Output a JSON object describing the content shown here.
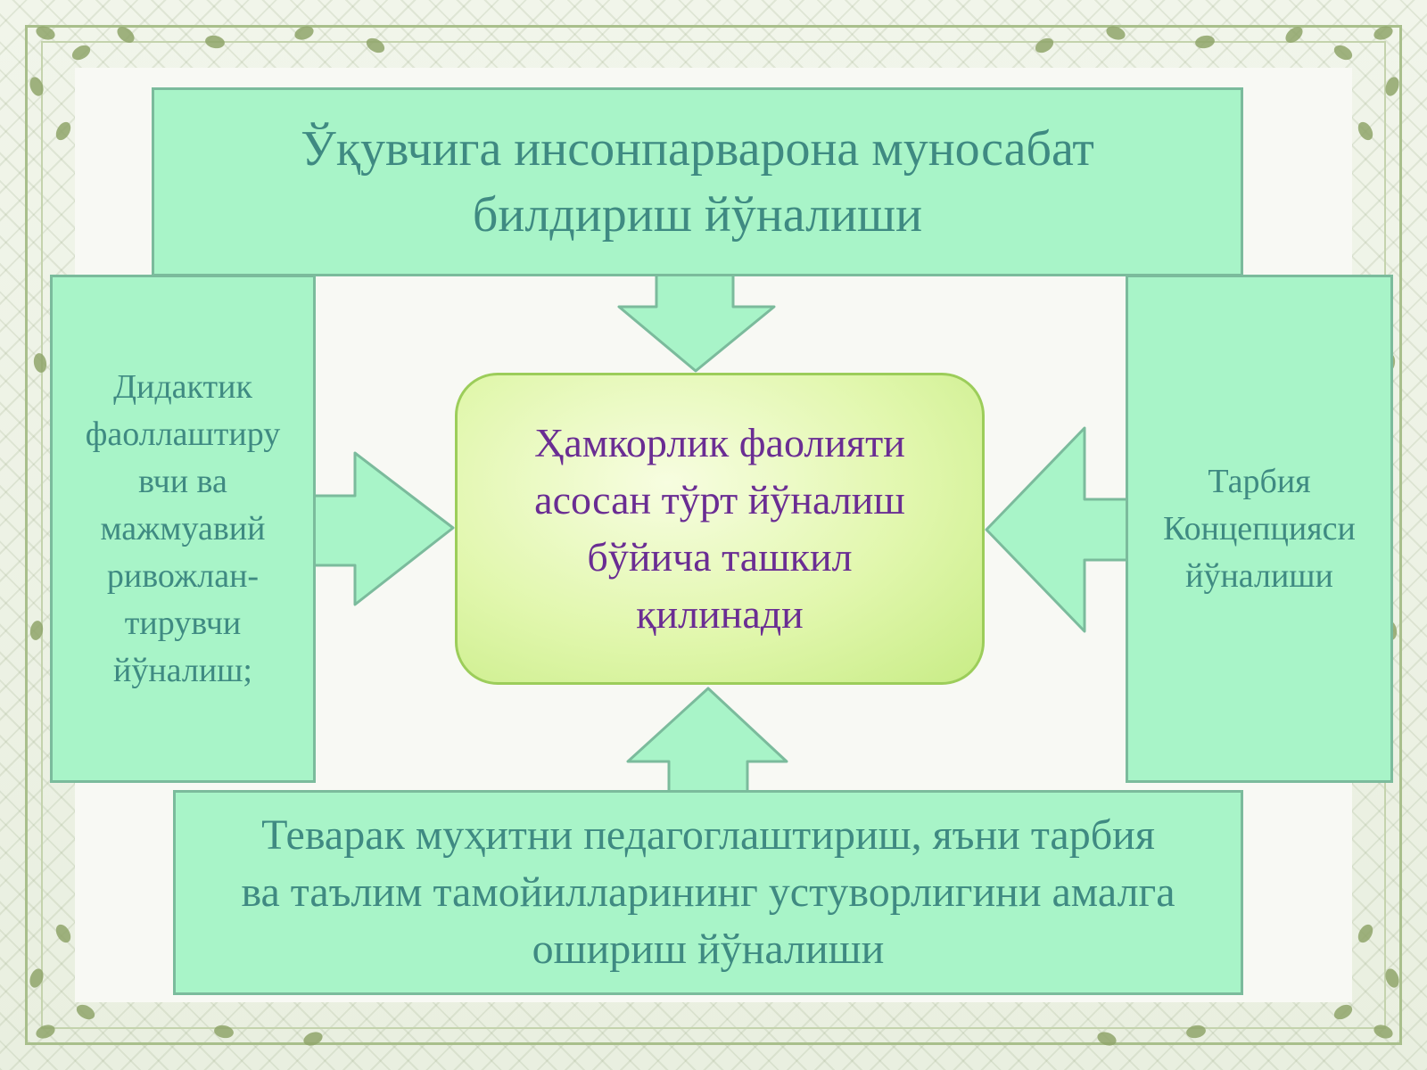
{
  "diagram": {
    "center": {
      "text": "Ҳамкорлик фаолияти\nасосан тўрт йўналиш\nбўйича ташкил\nқилинади"
    },
    "directions": {
      "top": "Ўқувчига инсонпарварона муносабат\nбилдириш йўналиши",
      "left": "Дидактик\nфаоллаштиру\nвчи ва\nмажмуавий\nривожлан-\nтирувчи\nйўналиш;",
      "right": "Тарбия\nКонцепцияси\nйўналиши",
      "bottom": "Теварак муҳитни педагоглаштириш, яъни тарбия\nва таълим тамойилларининг устуворлигини амалга\nошириш йўналиши"
    },
    "colors": {
      "box_fill": "#a8f4c8",
      "box_border": "#7bbb9c",
      "box_text": "#3f8a82",
      "center_text": "#6a2d93",
      "center_fill": "#e1f7ad",
      "frame_vine": "#8fa46a"
    }
  }
}
